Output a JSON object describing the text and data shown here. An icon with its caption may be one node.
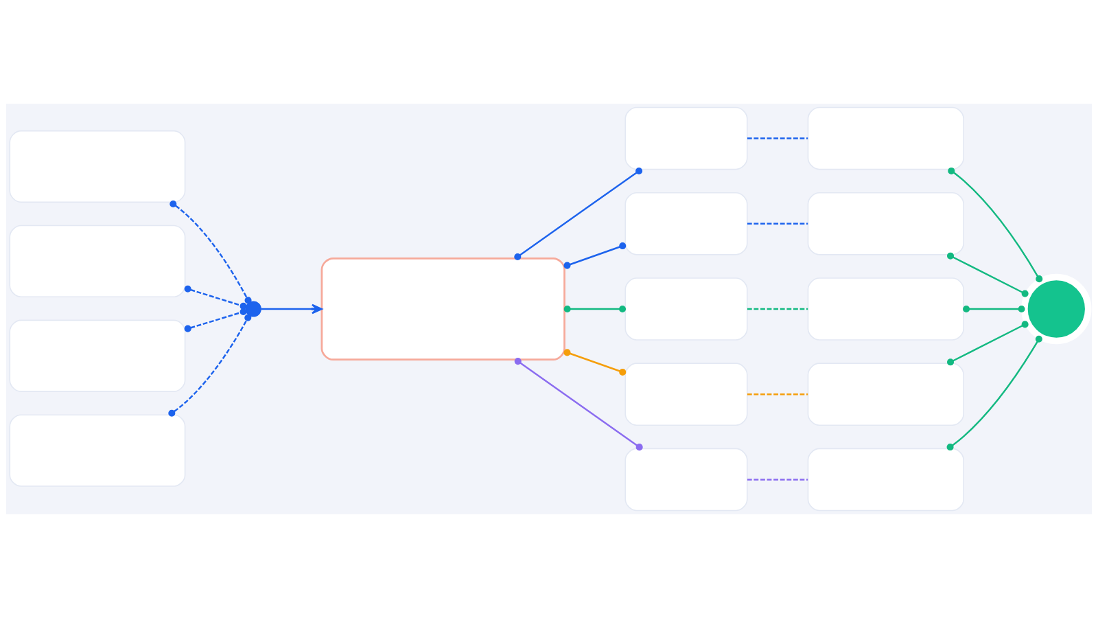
{
  "diagram": {
    "nodes": [
      {
        "text": [],
        "shape": "box"
      },
      {
        "text": [],
        "shape": "box"
      },
      {
        "text": [],
        "shape": "box"
      },
      {
        "text": [],
        "shape": "box"
      },
      {
        "text": [],
        "shape": "circle"
      },
      {
        "text": [],
        "shape": "box"
      },
      {
        "text": [],
        "shape": "box"
      },
      {
        "text": [],
        "shape": "box"
      },
      {
        "text": [],
        "shape": "box"
      },
      {
        "text": [],
        "shape": "box"
      },
      {
        "text": [],
        "shape": "box"
      },
      {
        "text": [],
        "shape": "box"
      },
      {
        "text": [],
        "shape": "box"
      },
      {
        "text": [],
        "shape": "box"
      },
      {
        "text": [],
        "shape": "box"
      },
      {
        "text": [],
        "shape": "box"
      },
      {
        "text": [],
        "shape": "circle"
      }
    ],
    "edges": [
      {
        "from": 0,
        "to": 4,
        "arrow": "other",
        "style": "dashed"
      },
      {
        "from": 1,
        "to": 4,
        "arrow": "other",
        "style": "dashed"
      },
      {
        "from": 2,
        "to": 4,
        "arrow": "other",
        "style": "dashed"
      },
      {
        "from": 3,
        "to": 4,
        "arrow": "other",
        "style": "dashed"
      },
      {
        "from": 4,
        "to": 5,
        "arrow": "to"
      },
      {
        "from": 5,
        "to": 6,
        "arrow": "other"
      },
      {
        "from": 5,
        "to": 7,
        "arrow": "other"
      },
      {
        "from": 5,
        "to": 8,
        "arrow": "other",
        "color": "#13b981"
      },
      {
        "from": 5,
        "to": 9,
        "arrow": "other",
        "color": "#f59e0b"
      },
      {
        "from": 5,
        "to": 10,
        "arrow": "other",
        "color": "#8b6cf0"
      },
      {
        "from": 6,
        "to": 11,
        "arrow": "none",
        "style": "dashed"
      },
      {
        "from": 7,
        "to": 12,
        "arrow": "none",
        "style": "dashed"
      },
      {
        "from": 8,
        "to": 13,
        "arrow": "none",
        "style": "dashed",
        "color": "#13b981"
      },
      {
        "from": 9,
        "to": 14,
        "arrow": "none",
        "style": "dashed",
        "color": "#f59e0b"
      },
      {
        "from": 10,
        "to": 15,
        "arrow": "none",
        "style": "dashed",
        "color": "#8b6cf0"
      },
      {
        "from": 11,
        "to": 16,
        "arrow": "other",
        "color": "#13b981"
      },
      {
        "from": 12,
        "to": 16,
        "arrow": "other",
        "color": "#13b981"
      },
      {
        "from": 13,
        "to": 16,
        "arrow": "other",
        "color": "#13b981"
      },
      {
        "from": 14,
        "to": 16,
        "arrow": "other",
        "color": "#13b981"
      },
      {
        "from": 15,
        "to": 16,
        "arrow": "other",
        "color": "#13b981"
      }
    ]
  }
}
